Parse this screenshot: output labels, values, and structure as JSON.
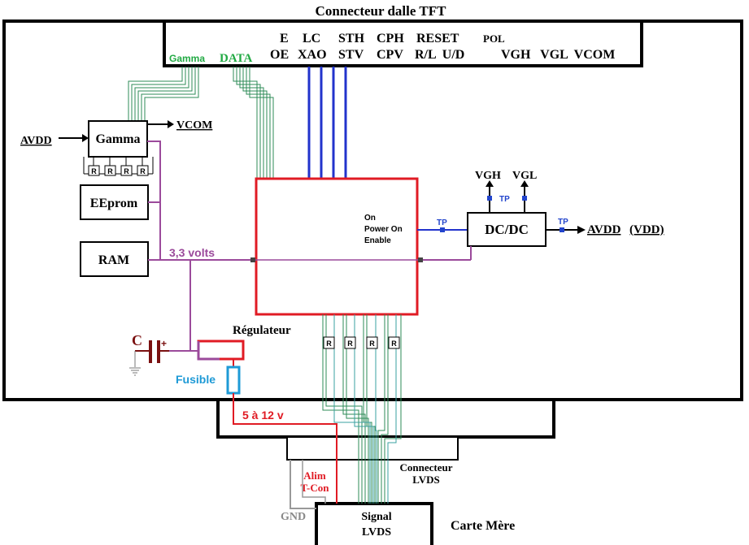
{
  "title": "Connecteur dalle TFT",
  "connector_pins": {
    "gamma": "Gamma",
    "data": "DATA",
    "col1_top": "E",
    "col1_bottom": "OE",
    "col2_top": "LC",
    "col2_bottom": "XAO",
    "col3_top": "STH",
    "col3_bottom": "STV",
    "col4_top": "CPH",
    "col4_bottom": "CPV",
    "col5_top": "RESET",
    "col5_bottom": "R/L  U/D",
    "col6_top": "POL",
    "bottom_right": "VGH   VGL  VCOM"
  },
  "blocks": {
    "gamma": "Gamma",
    "eeprom": "EEprom",
    "ram": "RAM",
    "dcdc": "DC/DC",
    "regulator": "Régulateur"
  },
  "labels": {
    "avdd_in": "AVDD",
    "vcom_out": "VCOM",
    "resistor": "R",
    "power_on_1": "On",
    "power_on_2": "Power On",
    "power_on_3": "Enable",
    "tp": "TP",
    "vgh": "VGH",
    "vgl": "VGL",
    "avdd_out": "AVDD",
    "vdd_out": "(VDD)",
    "volts": "3,3 volts",
    "capacitor": "C",
    "cap_plus": "+",
    "fuse": "Fusible",
    "supply": "5 à 12 v",
    "alim_1": "Alim",
    "alim_2": "T-Con",
    "lvds_conn_1": "Connecteur",
    "lvds_conn_2": "LVDS",
    "gnd": "GND",
    "signal_1": "Signal",
    "signal_2": "LVDS",
    "motherboard": "Carte Mère"
  },
  "colors": {
    "outline": "#000000",
    "gamma_data_bus": "#2e8b57",
    "gamma_text": "#22aa44",
    "control_bus": "#2233cc",
    "power_3v3": "#9b4a9b",
    "main_chip": "#e01b24",
    "fuse": "#1e9ad6",
    "supply": "#e01b24",
    "tp": "#2244cc",
    "capacitor": "#7a1010",
    "gnd": "#888888"
  }
}
